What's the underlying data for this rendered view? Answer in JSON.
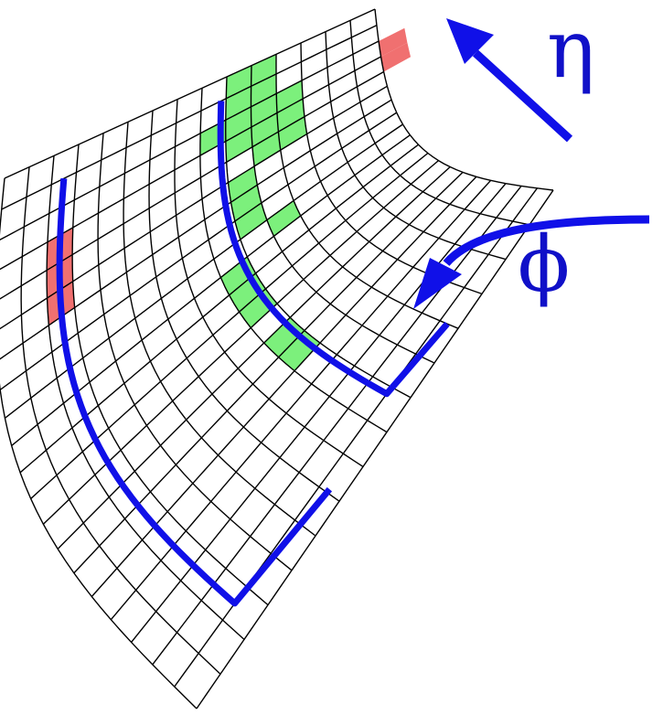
{
  "labels": {
    "eta": "η",
    "phi": "ϕ"
  },
  "grid": {
    "eta_cells": 15,
    "phi_cells": 20
  },
  "cells": {
    "green": [
      [
        0,
        9
      ],
      [
        0,
        10
      ],
      [
        1,
        9
      ],
      [
        1,
        10
      ],
      [
        2,
        8
      ],
      [
        2,
        9
      ],
      [
        2,
        10
      ],
      [
        2,
        11
      ],
      [
        3,
        9
      ],
      [
        3,
        10
      ],
      [
        3,
        11
      ],
      [
        4,
        10
      ],
      [
        4,
        11
      ],
      [
        5,
        9
      ],
      [
        6,
        9
      ],
      [
        7,
        9
      ],
      [
        8,
        10
      ],
      [
        9,
        8
      ],
      [
        10,
        8
      ],
      [
        11,
        8
      ],
      [
        13,
        8
      ],
      [
        14,
        8
      ]
    ],
    "red": [
      [
        2,
        15
      ],
      [
        3,
        15
      ],
      [
        3,
        2
      ],
      [
        4,
        2
      ],
      [
        5,
        2
      ]
    ]
  },
  "window": {
    "left_edge_cell": 6,
    "right_edge_cell": 12
  },
  "colors": {
    "grid_line": "#000000",
    "window": "#1010e8",
    "arrows": "#1010e8",
    "labels": "#1010c8",
    "green_cell": "#7cf07c",
    "red_cell": "#f07070"
  }
}
